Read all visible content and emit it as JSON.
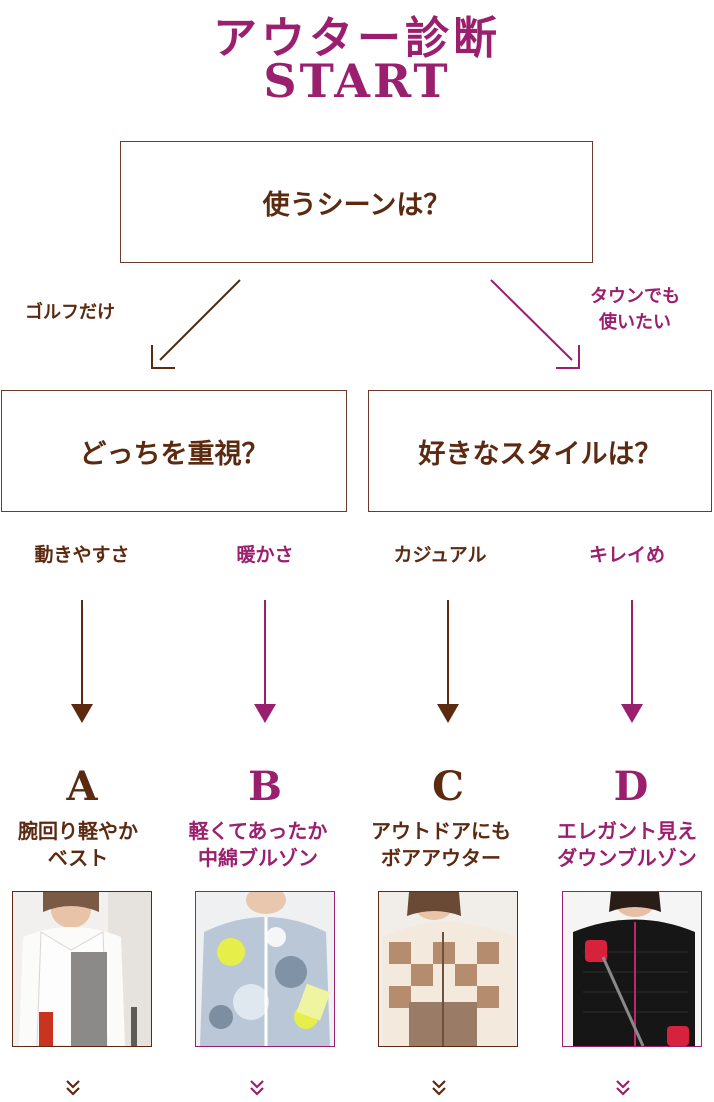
{
  "header": {
    "title": "アウター診断",
    "subtitle": "START"
  },
  "colors": {
    "brown": "#5c2a10",
    "magenta": "#9a1f6e",
    "box_border": "#6b3a2a"
  },
  "question_main": {
    "text": "使うシーンは？"
  },
  "branch_left": {
    "label": "ゴルフだけ",
    "question": "どっちを重視？"
  },
  "branch_right": {
    "label_line1": "タウンでも",
    "label_line2": "使いたい",
    "question": "好きなスタイルは？"
  },
  "results": [
    {
      "choice": "動きやすさ",
      "letter": "A",
      "line1": "腕回り軽やか",
      "line2": "ベスト",
      "color": "brown",
      "photo_icon": "white-golf-vest-photo"
    },
    {
      "choice": "暖かさ",
      "letter": "B",
      "line1": "軽くてあったか",
      "line2": "中綿ブルゾン",
      "color": "magenta",
      "photo_icon": "camo-jacket-photo"
    },
    {
      "choice": "カジュアル",
      "letter": "C",
      "line1": "アウトドアにも",
      "line2": "ボアアウター",
      "color": "brown",
      "photo_icon": "plaid-boa-jacket-photo"
    },
    {
      "choice": "キレイめ",
      "letter": "D",
      "line1": "エレガント見え",
      "line2": "ダウンブルゾン",
      "color": "magenta",
      "photo_icon": "black-down-jacket-photo"
    }
  ]
}
